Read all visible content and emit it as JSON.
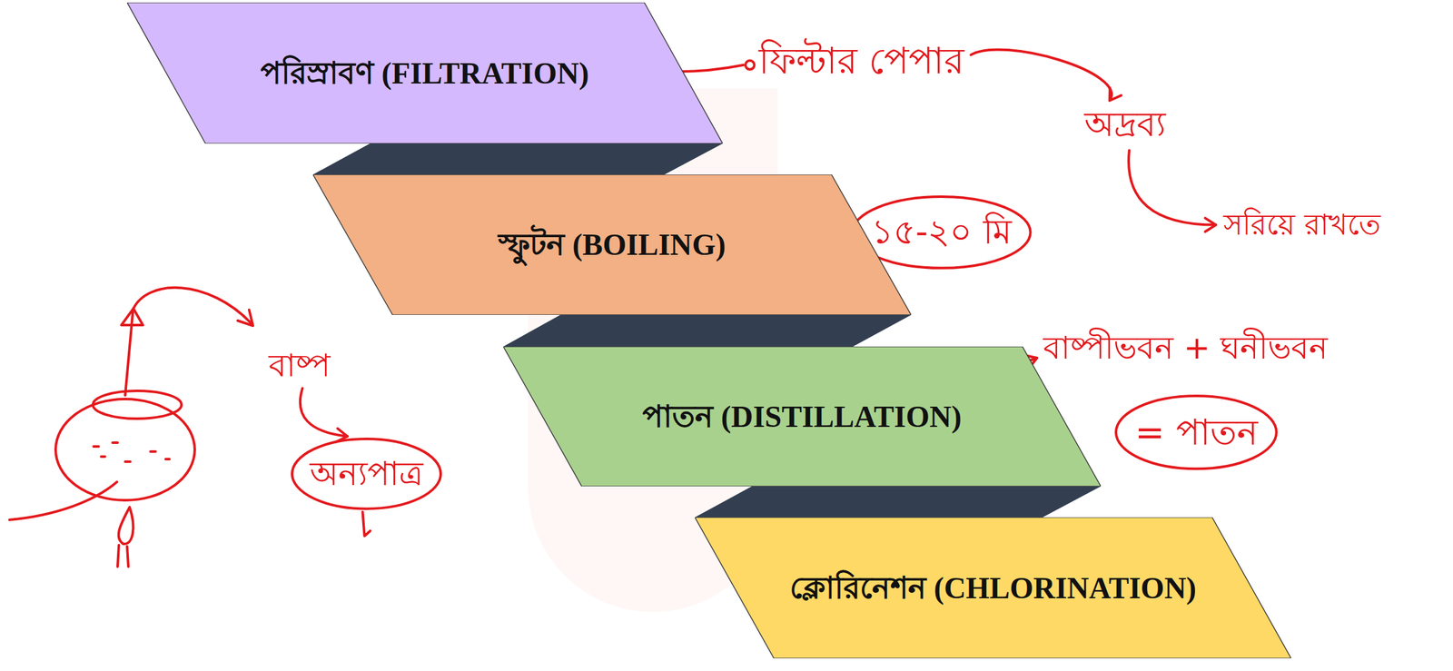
{
  "diagram": {
    "nodes": [
      {
        "text": [
          "পরিস্রাবণ (FILTRATION)"
        ]
      },
      {
        "text": [
          "স্ফুটন (BOILING)"
        ]
      },
      {
        "text": [
          "পাতন (DISTILLATION)"
        ]
      },
      {
        "text": [
          "ক্লোরিনেশন (CHLORINATION)"
        ]
      }
    ],
    "edges": [
      {
        "from": 0,
        "to": 1,
        "arrow": "none"
      },
      {
        "from": 1,
        "to": 2,
        "arrow": "none"
      },
      {
        "from": 2,
        "to": 3,
        "arrow": "none"
      }
    ],
    "labels": [
      "ফিল্টার পেপার",
      "অদ্রব্য",
      "সরিয়ে রাখতে",
      "১৫-২০ মি",
      "বাষ্প",
      "অন্যপাত্র",
      "বাষ্পীভবন + ঘনীভবন",
      "= পাতন"
    ]
  }
}
